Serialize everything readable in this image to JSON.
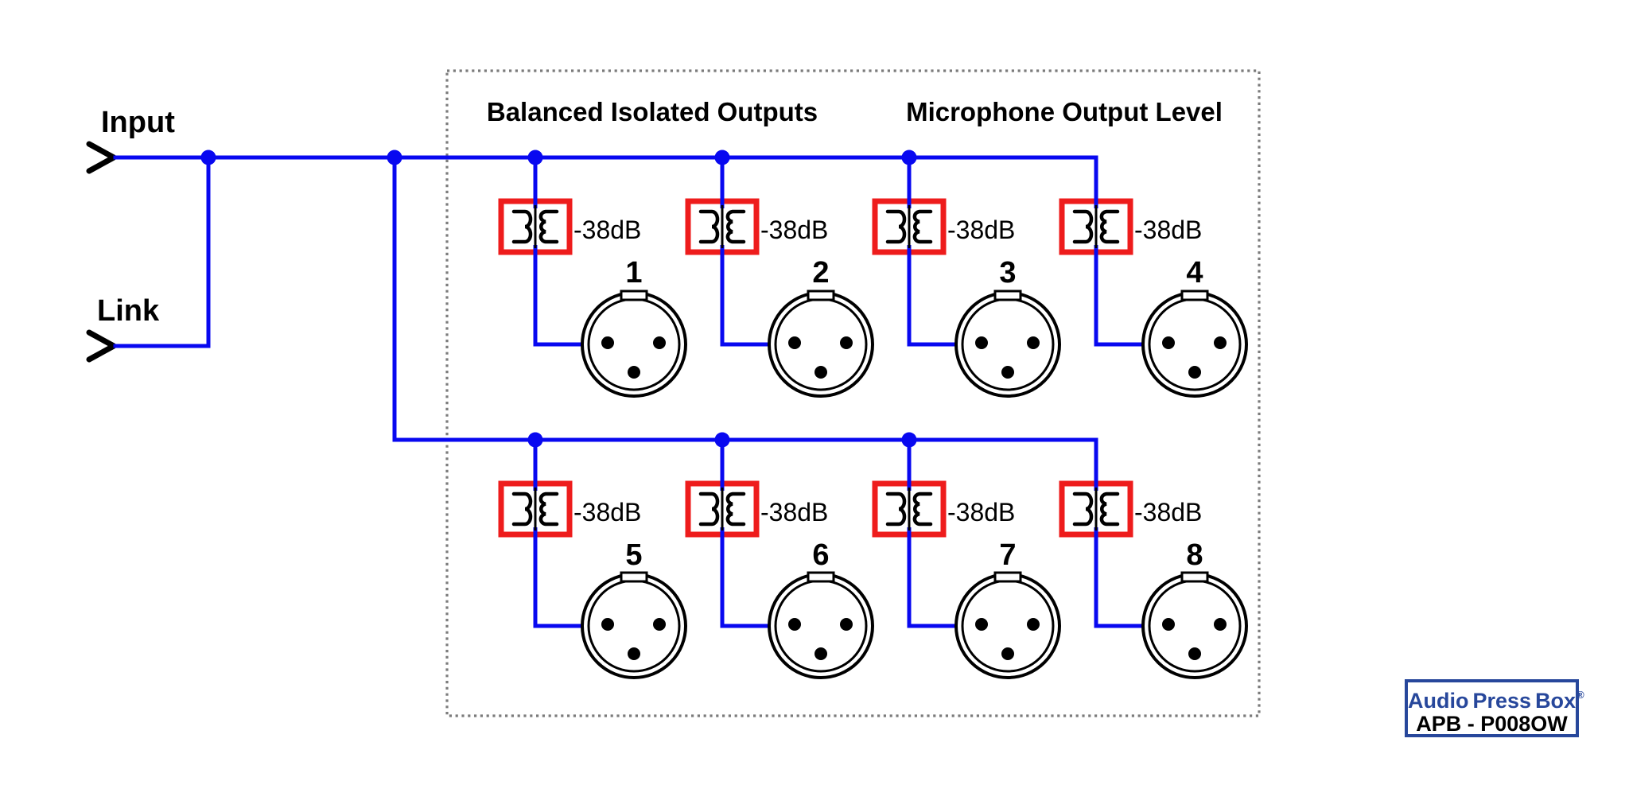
{
  "diagram": {
    "input_label": "Input",
    "link_label": "Link",
    "headers": {
      "left": "Balanced Isolated Outputs",
      "right": "Microphone Output Level"
    },
    "channels": [
      {
        "number": "1",
        "attenuation": "-38dB"
      },
      {
        "number": "2",
        "attenuation": "-38dB"
      },
      {
        "number": "3",
        "attenuation": "-38dB"
      },
      {
        "number": "4",
        "attenuation": "-38dB"
      },
      {
        "number": "5",
        "attenuation": "-38dB"
      },
      {
        "number": "6",
        "attenuation": "-38dB"
      },
      {
        "number": "7",
        "attenuation": "-38dB"
      },
      {
        "number": "8",
        "attenuation": "-38dB"
      }
    ],
    "colors": {
      "wire": "#0808f0",
      "transformer_outline": "#ee1c1c",
      "diagram_black": "#000000",
      "boundary_gray": "#7b7b7b",
      "logo_blue": "#27479b"
    }
  },
  "logo": {
    "brand_parts": [
      "Audio",
      "Press",
      "Box"
    ],
    "registered_mark": "®",
    "model": "APB - P008OW"
  }
}
